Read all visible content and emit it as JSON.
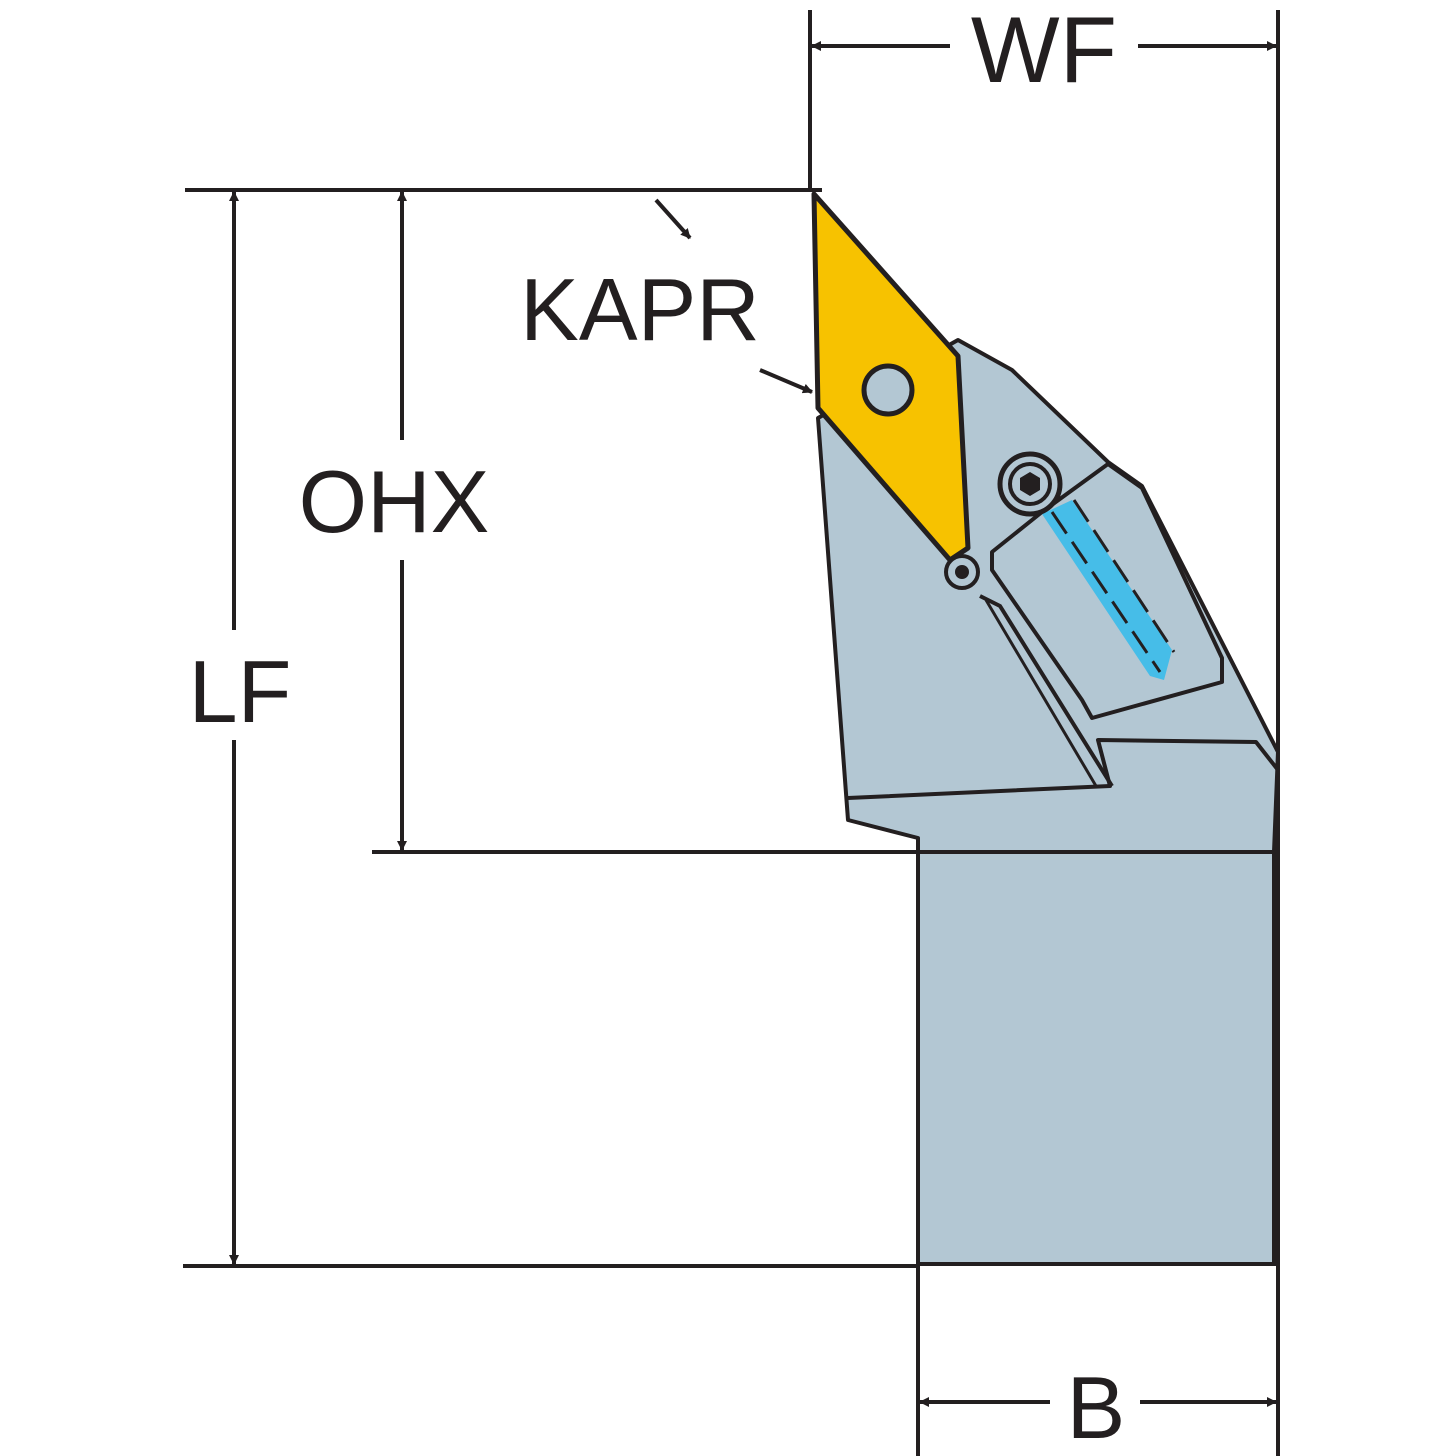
{
  "labels": {
    "wf": "WF",
    "kapr": "KAPR",
    "ohx": "OHX",
    "lf": "LF",
    "b": "B"
  },
  "colors": {
    "line": "#231f20",
    "holder": "#b3c7d3",
    "insert": "#f7c200",
    "insert_hole": "#b3c7d3",
    "coolant": "#46bde8",
    "background": "#ffffff"
  },
  "icons": {
    "clamp_screw": "hex-socket-screw-icon",
    "dimension_arrow": "arrowhead-icon"
  }
}
